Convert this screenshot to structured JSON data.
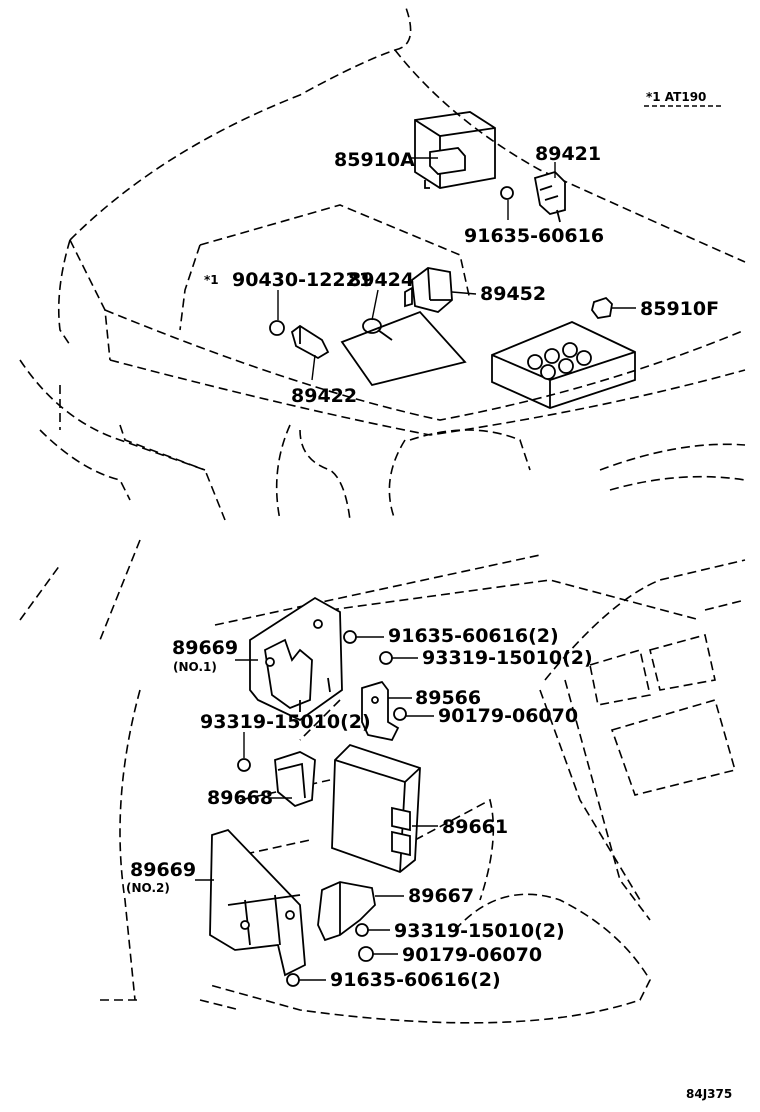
{
  "note": "*1 AT190",
  "diagram_code": "84J375",
  "parts": {
    "p85910A": "85910A",
    "p89421": "89421",
    "p91635_60616": "91635-60616",
    "star1": "*1",
    "p90430": "90430-12221",
    "p89424": "89424",
    "p89452": "89452",
    "p85910F": "85910F",
    "p89422": "89422",
    "p89669_1": "89669",
    "no1": "(NO.1)",
    "p91635_2a": "91635-60616(2)",
    "p93319_a": "93319-15010(2)",
    "p89566": "89566",
    "p90179_a": "90179-06070",
    "p93319_b": "93319-15010(2)",
    "p89668": "89668",
    "p89661": "89661",
    "p89669_2": "89669",
    "no2": "(NO.2)",
    "p89667": "89667",
    "p93319_c": "93319-15010(2)",
    "p90179_b": "90179-06070",
    "p91635_2b": "91635-60616(2)"
  }
}
